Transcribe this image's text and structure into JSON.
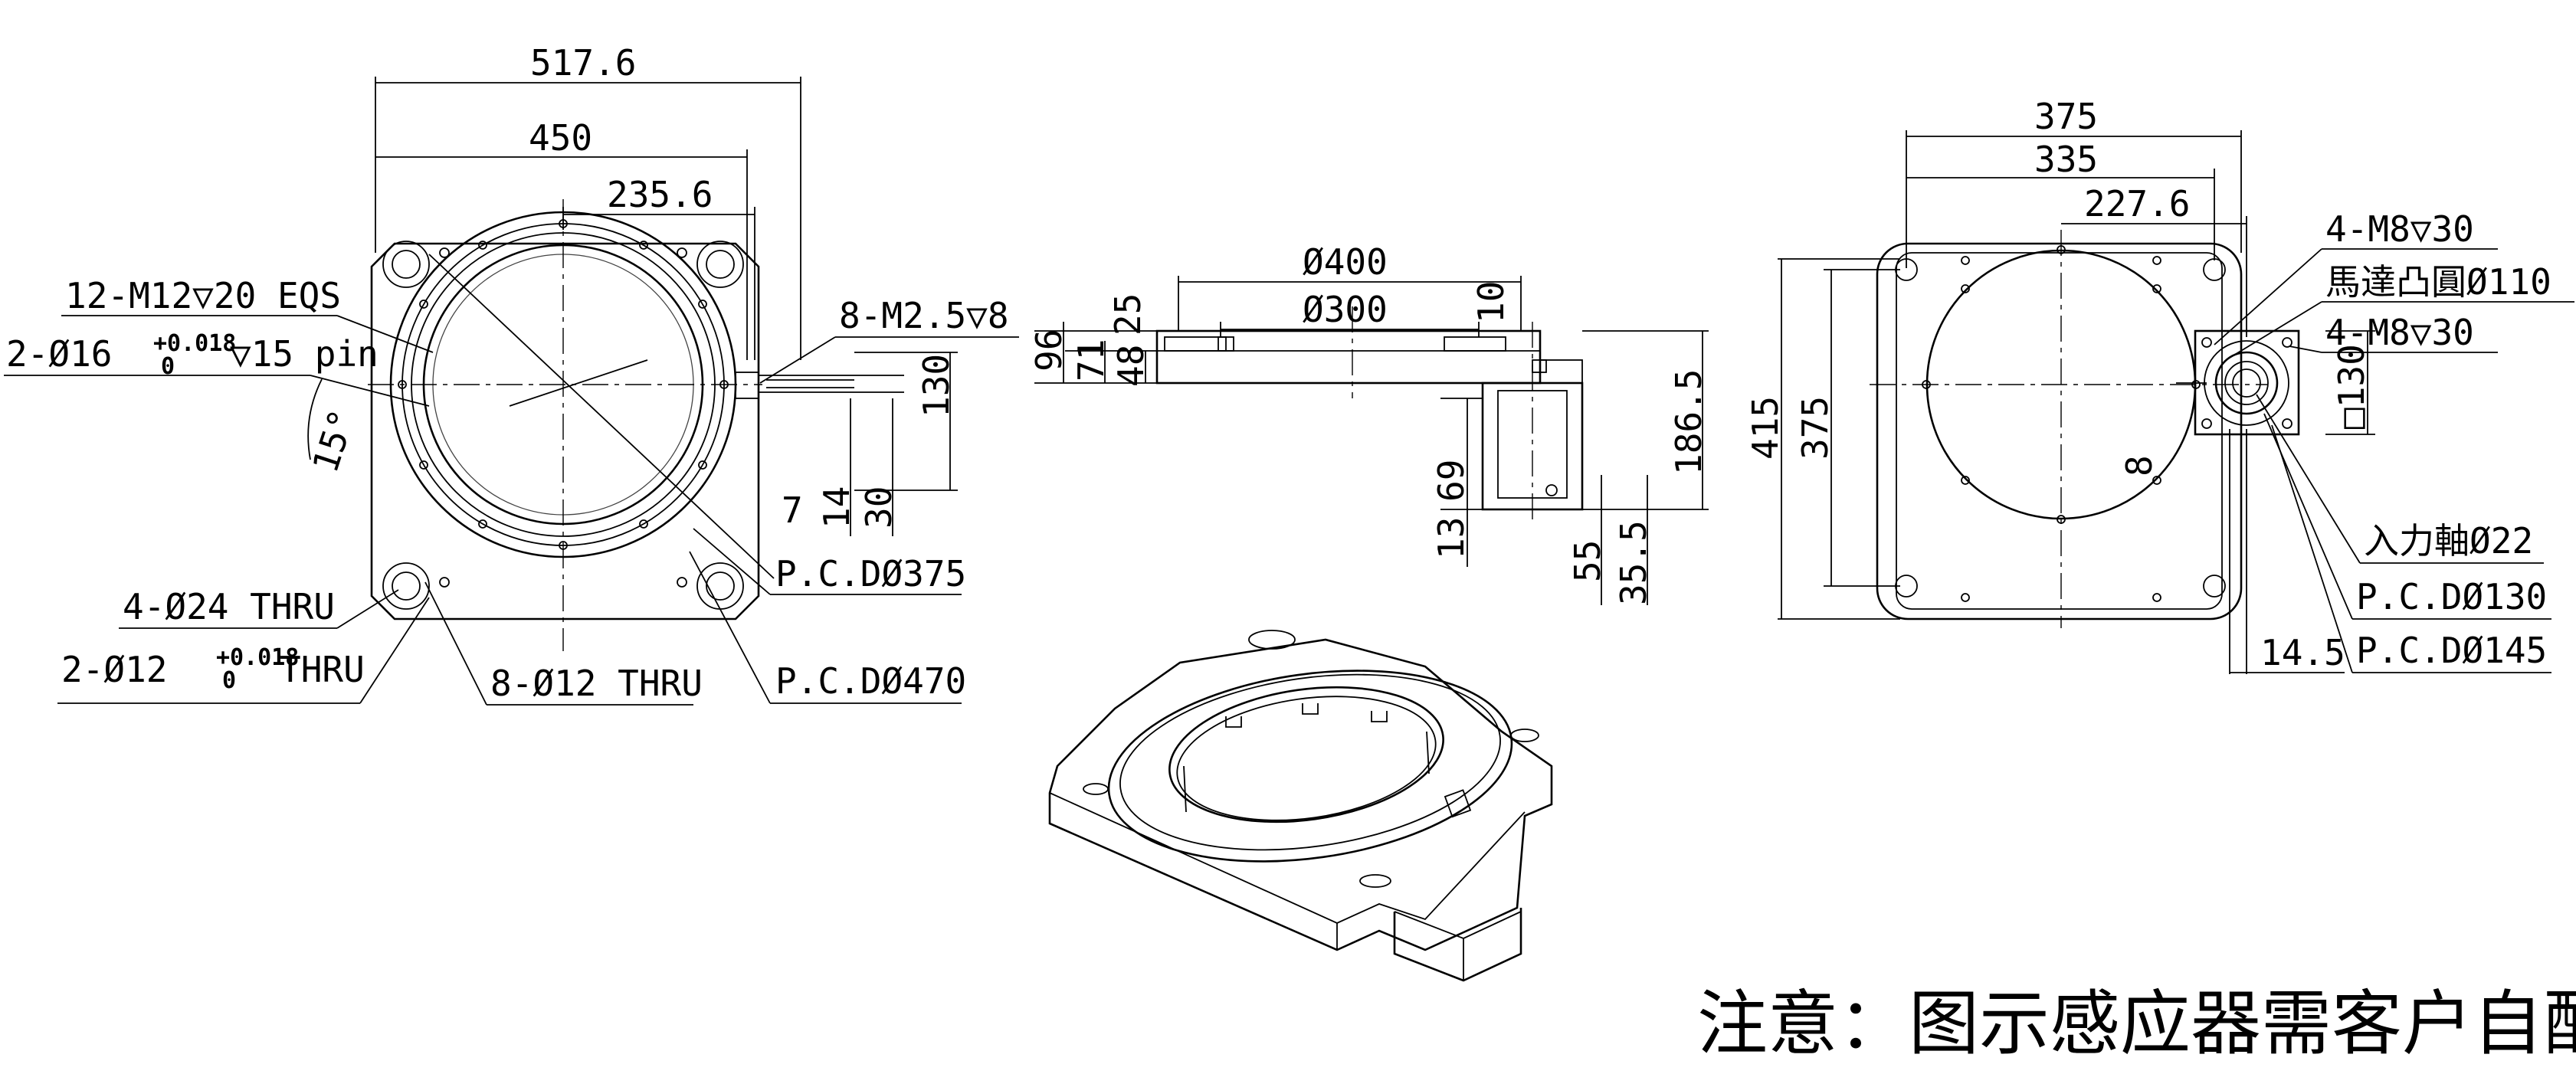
{
  "top_view": {
    "dim_517": "517.6",
    "dim_450": "450",
    "dim_235": "235.6",
    "label_m12": "12-M12",
    "label_m12_depth": "20 EQS",
    "label_pin_prefix": "2-Ø16",
    "label_pin_tol_upper": "+0.018",
    "label_pin_tol_lower": "0",
    "label_pin_suffix": "15 pin",
    "angle_15": "15°",
    "label_m25": "8-M2.5",
    "label_m25_depth": "8",
    "dim_130": "130",
    "dim_7": "7",
    "dim_14": "14",
    "dim_30": "30",
    "label_pcd375": "P.C.DØ375",
    "label_24thru": "4-Ø24 THRU",
    "label_12thru_prefix": "2-Ø12",
    "label_12thru_tol_upper": "+0.018",
    "label_12thru_tol_lower": "0",
    "label_12thru_suffix": "THRU",
    "label_8x12thru": "8-Ø12 THRU",
    "label_pcd470": "P.C.DØ470"
  },
  "side_view": {
    "dim_d400": "Ø400",
    "dim_d300": "Ø300",
    "dim_25": "25",
    "dim_10": "10",
    "dim_96": "96",
    "dim_71": "71",
    "dim_48": "48",
    "dim_186": "186.5",
    "dim_69": "69",
    "dim_13": "13",
    "dim_55": "55",
    "dim_35": "35.5"
  },
  "bottom_view": {
    "dim_375_top": "375",
    "dim_335": "335",
    "dim_227": "227.6",
    "dim_415": "415",
    "dim_375_side": "375",
    "dim_8": "8",
    "dim_sq130": "□130",
    "label_m8_a": "4-M8",
    "label_m8_a_depth": "30",
    "label_motor_boss": "馬達凸圓Ø110",
    "label_m8_b": "4-M8",
    "label_m8_b_depth": "30",
    "label_input_shaft": "入力軸Ø22",
    "label_pcd130": "P.C.DØ130",
    "label_pcd145": "P.C.DØ145",
    "dim_14_5": "14.5"
  },
  "note": "注意：图示感应器需客户自配"
}
